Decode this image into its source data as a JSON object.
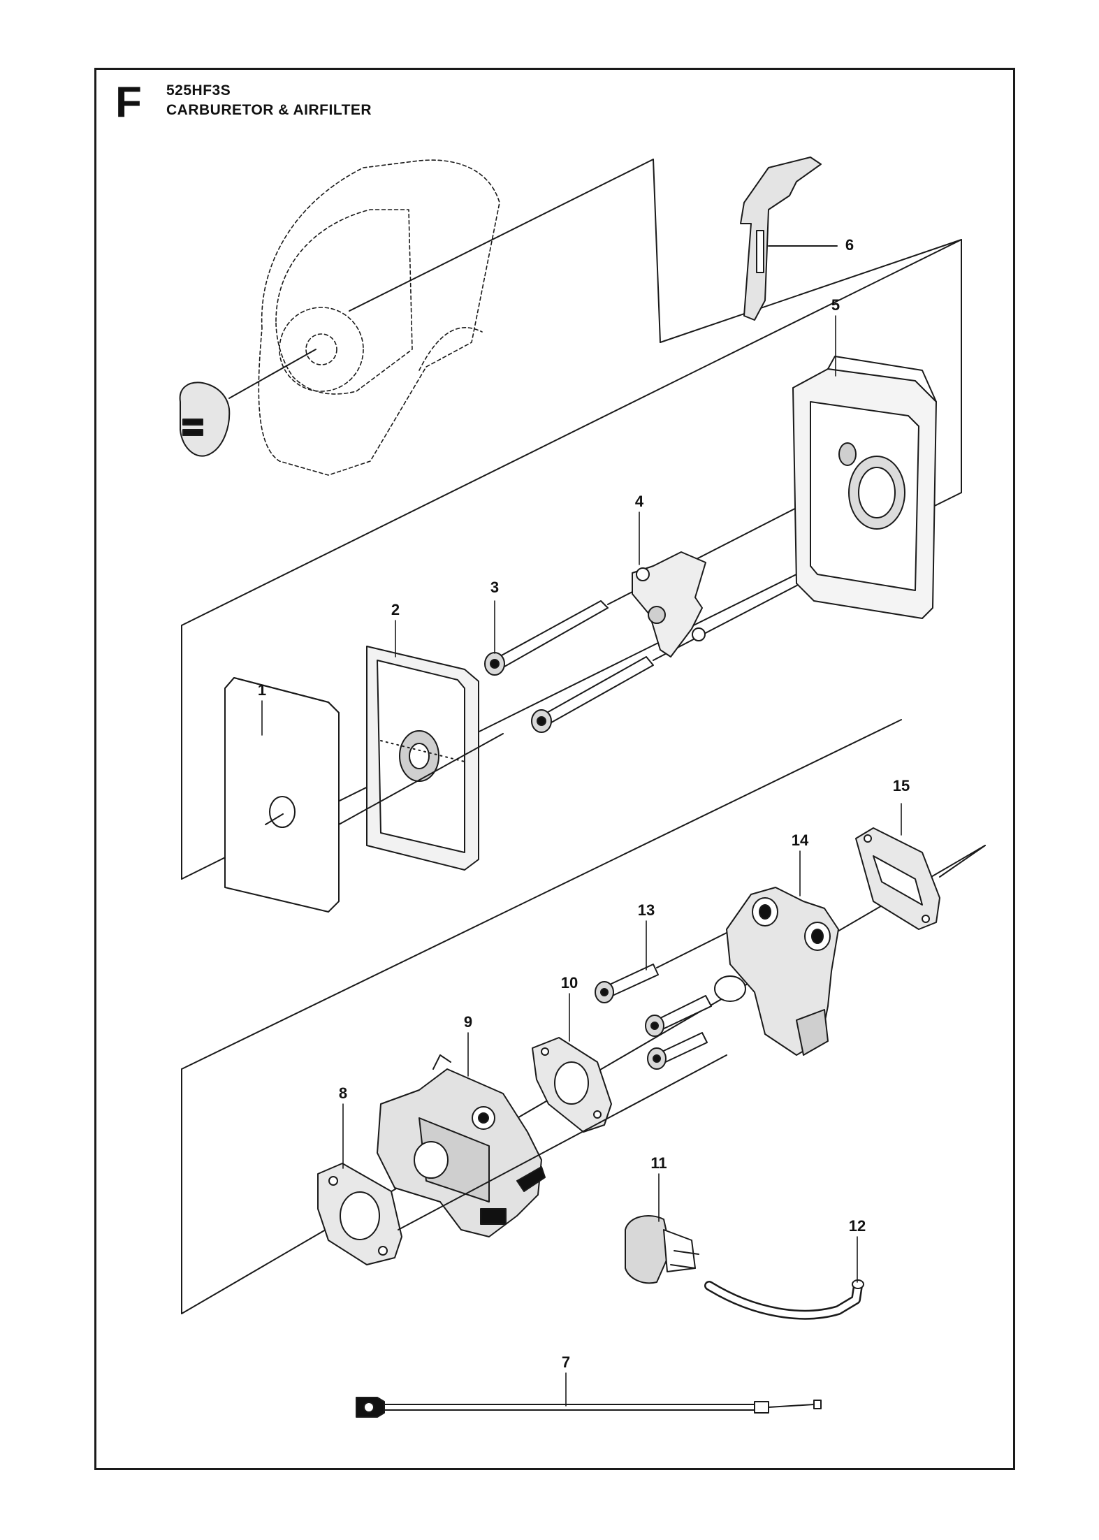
{
  "header": {
    "section_letter": "F",
    "model": "525HF3S",
    "title": "CARBURETOR & AIRFILTER"
  },
  "callouts": [
    {
      "id": "c1",
      "text": "1"
    },
    {
      "id": "c2",
      "text": "2"
    },
    {
      "id": "c3",
      "text": "3"
    },
    {
      "id": "c4",
      "text": "4"
    },
    {
      "id": "c5",
      "text": "5"
    },
    {
      "id": "c6",
      "text": "6"
    },
    {
      "id": "c7",
      "text": "7"
    },
    {
      "id": "c8",
      "text": "8"
    },
    {
      "id": "c9",
      "text": "9"
    },
    {
      "id": "c10",
      "text": "10"
    },
    {
      "id": "c11",
      "text": "11"
    },
    {
      "id": "c12",
      "text": "12"
    },
    {
      "id": "c13",
      "text": "13"
    },
    {
      "id": "c14",
      "text": "14"
    },
    {
      "id": "c15",
      "text": "15"
    }
  ],
  "colors": {
    "ink": "#1a1a1a",
    "paper": "#ffffff",
    "shade": "#bdbdbd"
  }
}
